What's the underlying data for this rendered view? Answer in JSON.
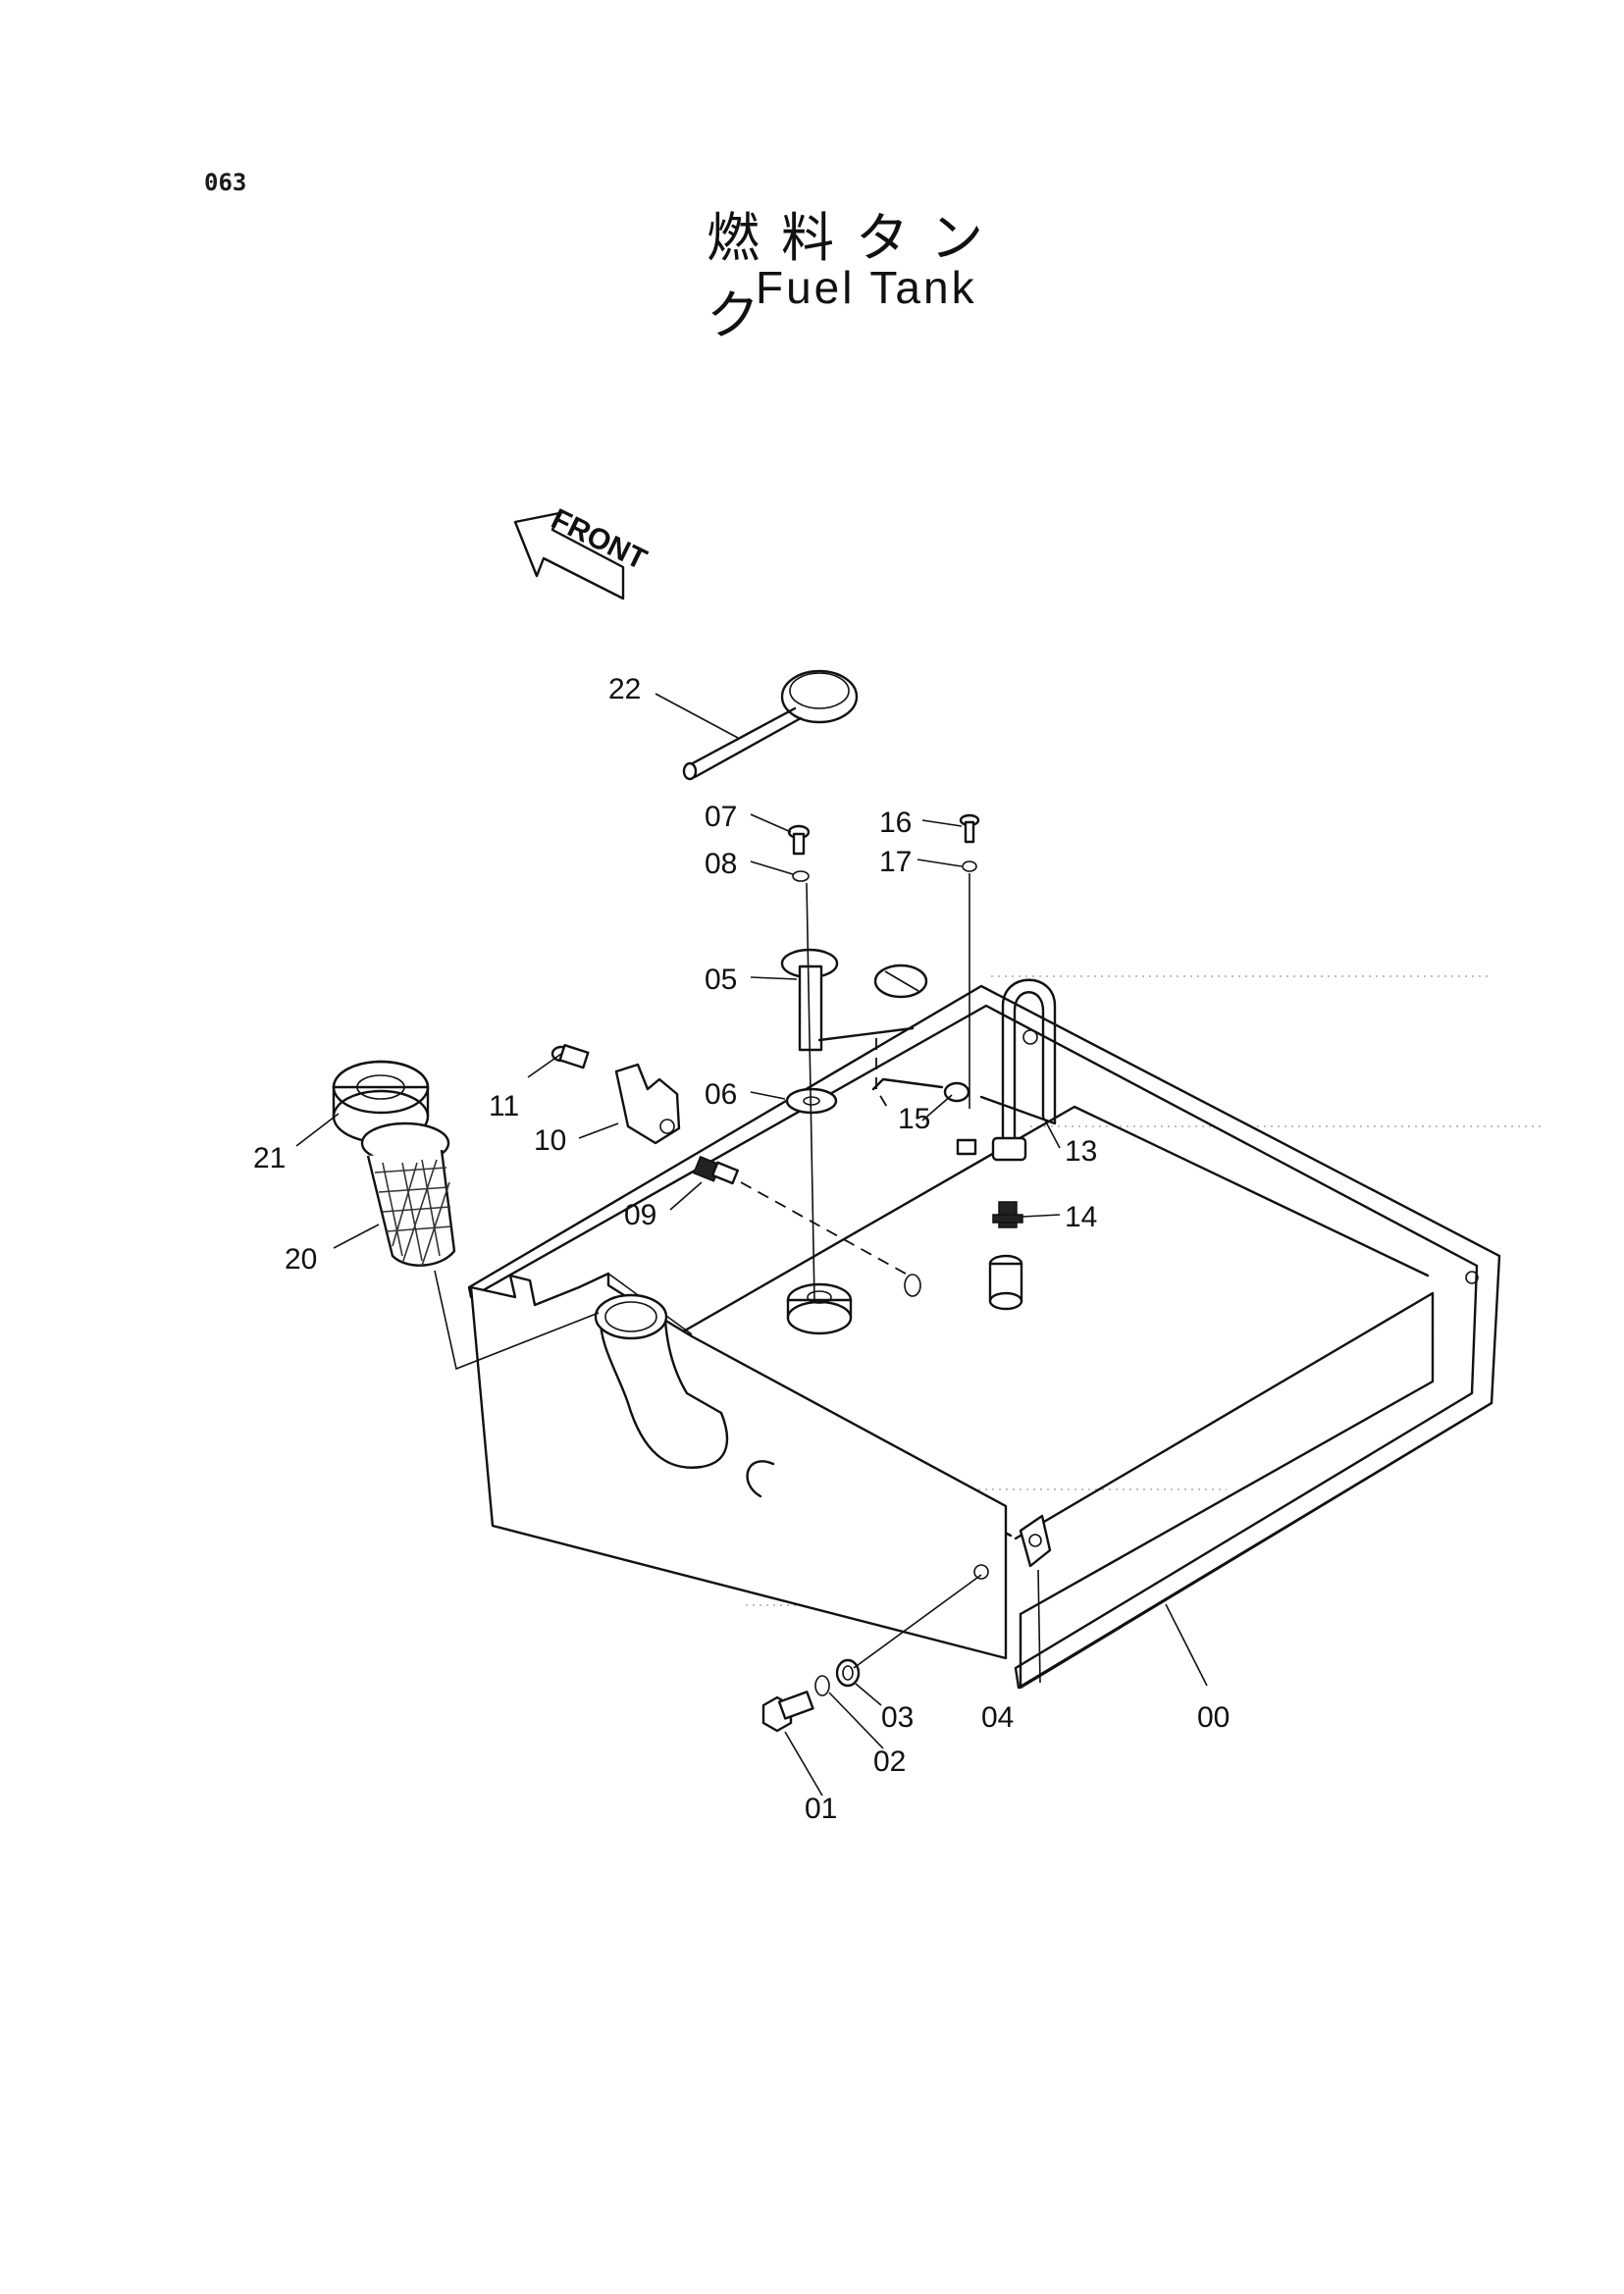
{
  "page_number": "063",
  "title_jp": "燃料タンク",
  "title_en": "Fuel Tank",
  "front_arrow_label": "FRONT",
  "callouts": [
    "00",
    "01",
    "02",
    "03",
    "04",
    "05",
    "06",
    "07",
    "08",
    "09",
    "10",
    "11",
    "13",
    "14",
    "15",
    "16",
    "17",
    "20",
    "21",
    "22"
  ]
}
